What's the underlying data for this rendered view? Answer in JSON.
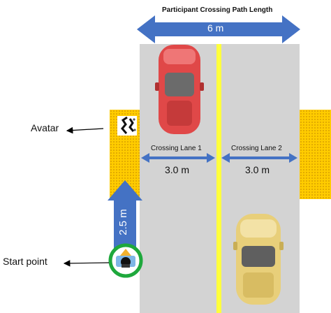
{
  "title": "Participant Crossing Path Length",
  "total_width": "6 m",
  "lane1": {
    "name": "Crossing Lane 1",
    "width": "3.0 m"
  },
  "lane2": {
    "name": "Crossing Lane 2",
    "width": "3.0 m"
  },
  "approach_length": "2.5 m",
  "avatar_label": "Avatar",
  "start_label": "Start point",
  "colors": {
    "arrow_blue": "#4472c4",
    "curb_yellow": "#ffcc00",
    "road_gray": "#d3d3d3",
    "center_line": "#ffff3c",
    "red_car": "#e04848",
    "yellow_car": "#e8cf7a",
    "start_ring": "#1ea83c"
  }
}
